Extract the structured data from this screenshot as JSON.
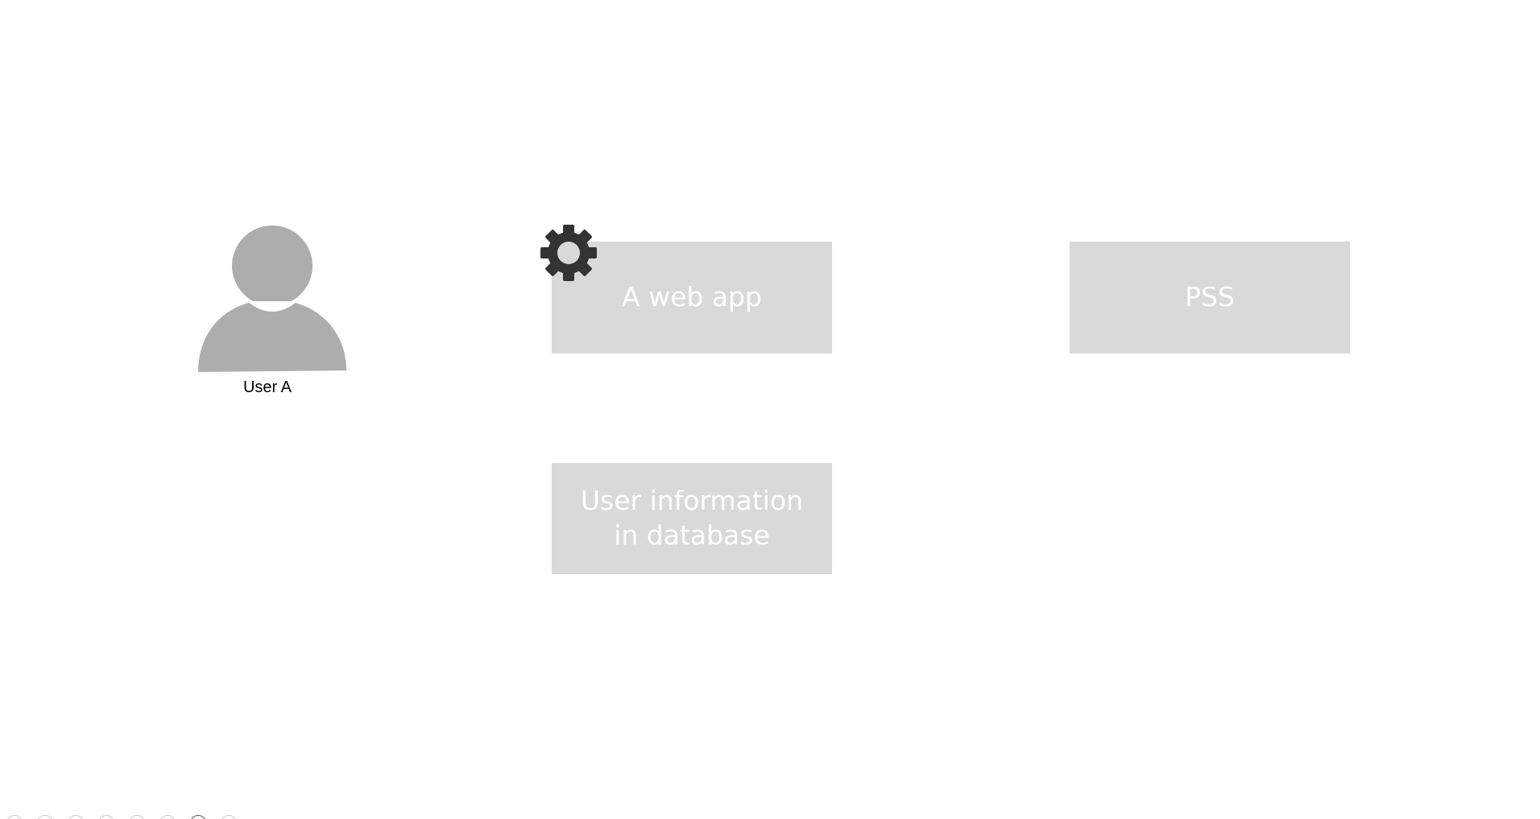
{
  "diagram": {
    "actor": {
      "label": "User A",
      "icon": "user-icon",
      "color": "#adadad"
    },
    "boxes": {
      "web_app": "A web app",
      "pss": "PSS",
      "database": "User information in database"
    },
    "gear": {
      "icon": "gear-icon",
      "color": "#333333"
    },
    "box_fill": "#d9d9d9",
    "box_text_color": "#ffffff"
  },
  "pager": {
    "count": 8,
    "active_index": 6
  }
}
